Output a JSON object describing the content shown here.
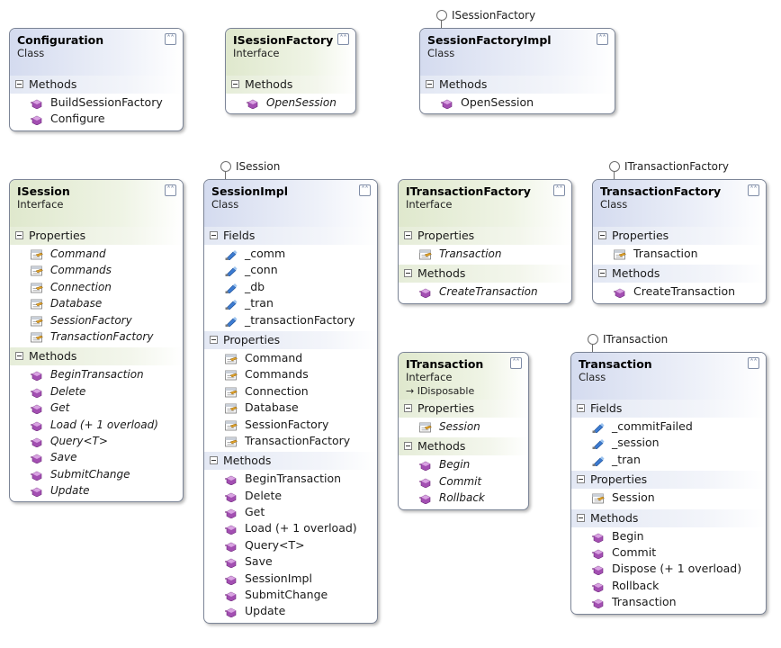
{
  "lollipops": [
    {
      "id": "l1",
      "label": "ISessionFactory"
    },
    {
      "id": "l2",
      "label": "ISession"
    },
    {
      "id": "l3",
      "label": "ITransactionFactory"
    },
    {
      "id": "l4",
      "label": "ITransaction"
    }
  ],
  "shapes": [
    {
      "id": "configuration",
      "type": "cls",
      "name": "Configuration",
      "kind": "Class",
      "sections": [
        {
          "title": "Methods",
          "icon": "method",
          "items": [
            "BuildSessionFactory",
            "Configure"
          ]
        }
      ]
    },
    {
      "id": "isessionfactory",
      "type": "itf",
      "name": "ISessionFactory",
      "kind": "Interface",
      "sections": [
        {
          "title": "Methods",
          "icon": "method",
          "items": [
            "OpenSession"
          ]
        }
      ]
    },
    {
      "id": "sessionfactoryimpl",
      "type": "cls",
      "name": "SessionFactoryImpl",
      "kind": "Class",
      "sections": [
        {
          "title": "Methods",
          "icon": "method",
          "items": [
            "OpenSession"
          ]
        }
      ]
    },
    {
      "id": "isession",
      "type": "itf",
      "name": "ISession",
      "kind": "Interface",
      "sections": [
        {
          "title": "Properties",
          "icon": "property",
          "items": [
            "Command",
            "Commands",
            "Connection",
            "Database",
            "SessionFactory",
            "TransactionFactory"
          ]
        },
        {
          "title": "Methods",
          "icon": "method",
          "items": [
            "BeginTransaction",
            "Delete",
            "Get",
            "Load (+ 1 overload)",
            "Query<T>",
            "Save",
            "SubmitChange",
            "Update"
          ]
        }
      ]
    },
    {
      "id": "sessionimpl",
      "type": "cls",
      "name": "SessionImpl",
      "kind": "Class",
      "sections": [
        {
          "title": "Fields",
          "icon": "field",
          "items": [
            "_comm",
            "_conn",
            "_db",
            "_tran",
            "_transactionFactory"
          ]
        },
        {
          "title": "Properties",
          "icon": "property",
          "items": [
            "Command",
            "Commands",
            "Connection",
            "Database",
            "SessionFactory",
            "TransactionFactory"
          ]
        },
        {
          "title": "Methods",
          "icon": "method",
          "items": [
            "BeginTransaction",
            "Delete",
            "Get",
            "Load (+ 1 overload)",
            "Query<T>",
            "Save",
            "SessionImpl",
            "SubmitChange",
            "Update"
          ]
        }
      ]
    },
    {
      "id": "itransactionfactory",
      "type": "itf",
      "name": "ITransactionFactory",
      "kind": "Interface",
      "sections": [
        {
          "title": "Properties",
          "icon": "property",
          "items": [
            "Transaction"
          ]
        },
        {
          "title": "Methods",
          "icon": "method",
          "items": [
            "CreateTransaction"
          ]
        }
      ]
    },
    {
      "id": "transactionfactory",
      "type": "cls",
      "name": "TransactionFactory",
      "kind": "Class",
      "sections": [
        {
          "title": "Properties",
          "icon": "property",
          "items": [
            "Transaction"
          ]
        },
        {
          "title": "Methods",
          "icon": "method",
          "items": [
            "CreateTransaction"
          ]
        }
      ]
    },
    {
      "id": "itransaction",
      "type": "itf",
      "name": "ITransaction",
      "kind": "Interface",
      "base": "IDisposable",
      "sections": [
        {
          "title": "Properties",
          "icon": "property",
          "items": [
            "Session"
          ]
        },
        {
          "title": "Methods",
          "icon": "method",
          "items": [
            "Begin",
            "Commit",
            "Rollback"
          ]
        }
      ]
    },
    {
      "id": "transaction",
      "type": "cls",
      "name": "Transaction",
      "kind": "Class",
      "sections": [
        {
          "title": "Fields",
          "icon": "field",
          "items": [
            "_commitFailed",
            "_session",
            "_tran"
          ]
        },
        {
          "title": "Properties",
          "icon": "property",
          "items": [
            "Session"
          ]
        },
        {
          "title": "Methods",
          "icon": "method",
          "items": [
            "Begin",
            "Commit",
            "Dispose (+ 1 overload)",
            "Rollback",
            "Transaction"
          ]
        }
      ]
    }
  ]
}
